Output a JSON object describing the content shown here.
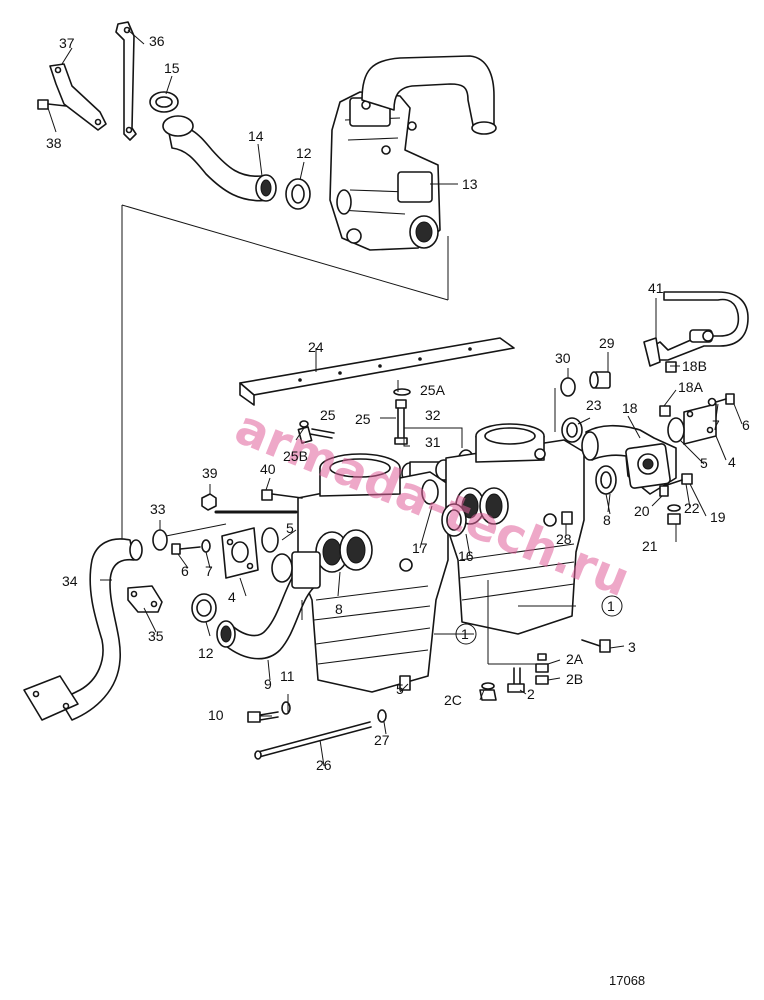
{
  "drawing_number": "17068",
  "watermark": {
    "text": "armada-tech.ru",
    "color": "#e0609a"
  },
  "callouts": {
    "c1a": "1",
    "c1b": "1",
    "c2": "2",
    "c2a": "2A",
    "c2b": "2B",
    "c2c": "2C",
    "c3": "3",
    "c4a": "4",
    "c4b": "4",
    "c5a": "5",
    "c5b": "5",
    "c5c": "5",
    "c6a": "6",
    "c6b": "6",
    "c7a": "7",
    "c7b": "7",
    "c8a": "8",
    "c8b": "8",
    "c9": "9",
    "c10": "10",
    "c11": "11",
    "c12a": "12",
    "c12b": "12",
    "c13": "13",
    "c14": "14",
    "c15": "15",
    "c16": "16",
    "c17": "17",
    "c18": "18",
    "c18a": "18A",
    "c18b": "18B",
    "c19": "19",
    "c20": "20",
    "c21": "21",
    "c22": "22",
    "c23": "23",
    "c24": "24",
    "c25a": "25",
    "c25b": "25",
    "c25aa": "25A",
    "c25bb": "25B",
    "c26": "26",
    "c27": "27",
    "c28": "28",
    "c29": "29",
    "c30": "30",
    "c31": "31",
    "c32": "32",
    "c33": "33",
    "c34": "34",
    "c35": "35",
    "c36": "36",
    "c37": "37",
    "c38": "38",
    "c39": "39",
    "c40": "40",
    "c41": "41"
  }
}
